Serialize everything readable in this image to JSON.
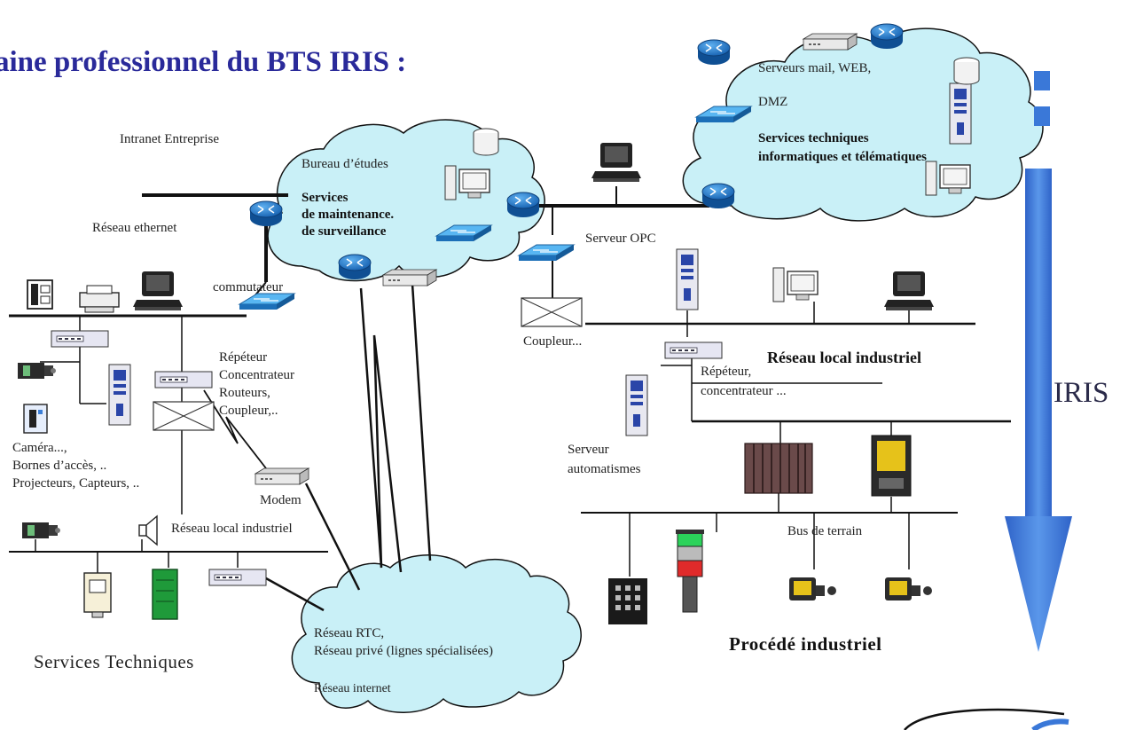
{
  "title": "aine professionnel du BTS IRIS :",
  "side_label": "IRIS",
  "labels": {
    "intranet": "Intranet Entreprise",
    "reseau_ethernet": "Réseau ethernet",
    "bureau": "Bureau d’études",
    "services_maint_1": "Services",
    "services_maint_2": "de maintenance.",
    "services_maint_3": "de surveillance",
    "commutateur": "commutateur",
    "repeteur_1": "Répéteur",
    "repeteur_2": "Concentrateur",
    "repeteur_3": "Routeurs,",
    "repeteur_4": "Coupleur,..",
    "camera_1": "Caméra...,",
    "camera_2": "Bornes d’accès, ..",
    "camera_3": "Projecteurs, Capteurs, ..",
    "modem": "Modem",
    "reseau_local_ind_left": "Réseau local industriel",
    "services_techniques": "Services Techniques",
    "rtc_1": "Réseau  RTC,",
    "rtc_2": "Réseau privé (lignes spécialisées)",
    "rtc_3": "Réseau internet",
    "serveur_opc": "Serveur OPC",
    "coupleur": "Coupleur...",
    "reseau_local_ind_right": "Réseau local industriel",
    "repeteur_r_1": "Répéteur,",
    "repeteur_r_2": "concentrateur ...",
    "serveur_auto_1": "Serveur",
    "serveur_auto_2": "automatismes",
    "bus_terrain": "Bus de terrain",
    "procede": "Procédé industriel",
    "serveurs_mail": "Serveurs mail, WEB,",
    "dmz": "DMZ",
    "services_tech_info_1": "Services techniques",
    "services_tech_info_2": "informatiques et télématiques"
  },
  "colors": {
    "title": "#2a2a9a",
    "cloud_fill": "#c9f0f7",
    "router_blue": "#1a6fc0",
    "arrow_blue": "#3a78d8",
    "line": "#111111"
  },
  "icons": [
    "router-icon",
    "switch-icon",
    "hub-icon",
    "server-icon",
    "pc-icon",
    "database-icon",
    "camera-icon",
    "plc-icon",
    "signal-tower-icon",
    "keypad-icon",
    "speaker-icon",
    "telephone-icon",
    "printer-icon",
    "modem-icon",
    "coupler-icon"
  ]
}
